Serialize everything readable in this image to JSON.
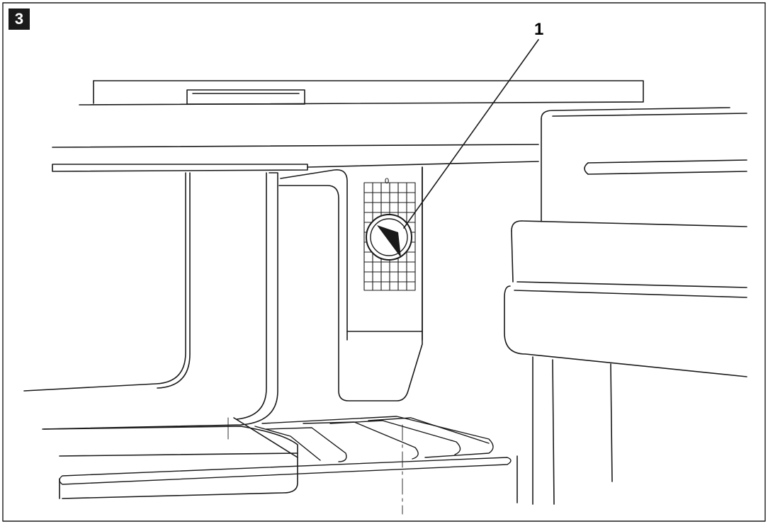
{
  "figure": {
    "number": "3",
    "callout_label": "1",
    "dial_zero_mark": "0"
  },
  "colors": {
    "line": "#1a1a1a",
    "background": "#ffffff",
    "badge": "#1a1a1a"
  }
}
